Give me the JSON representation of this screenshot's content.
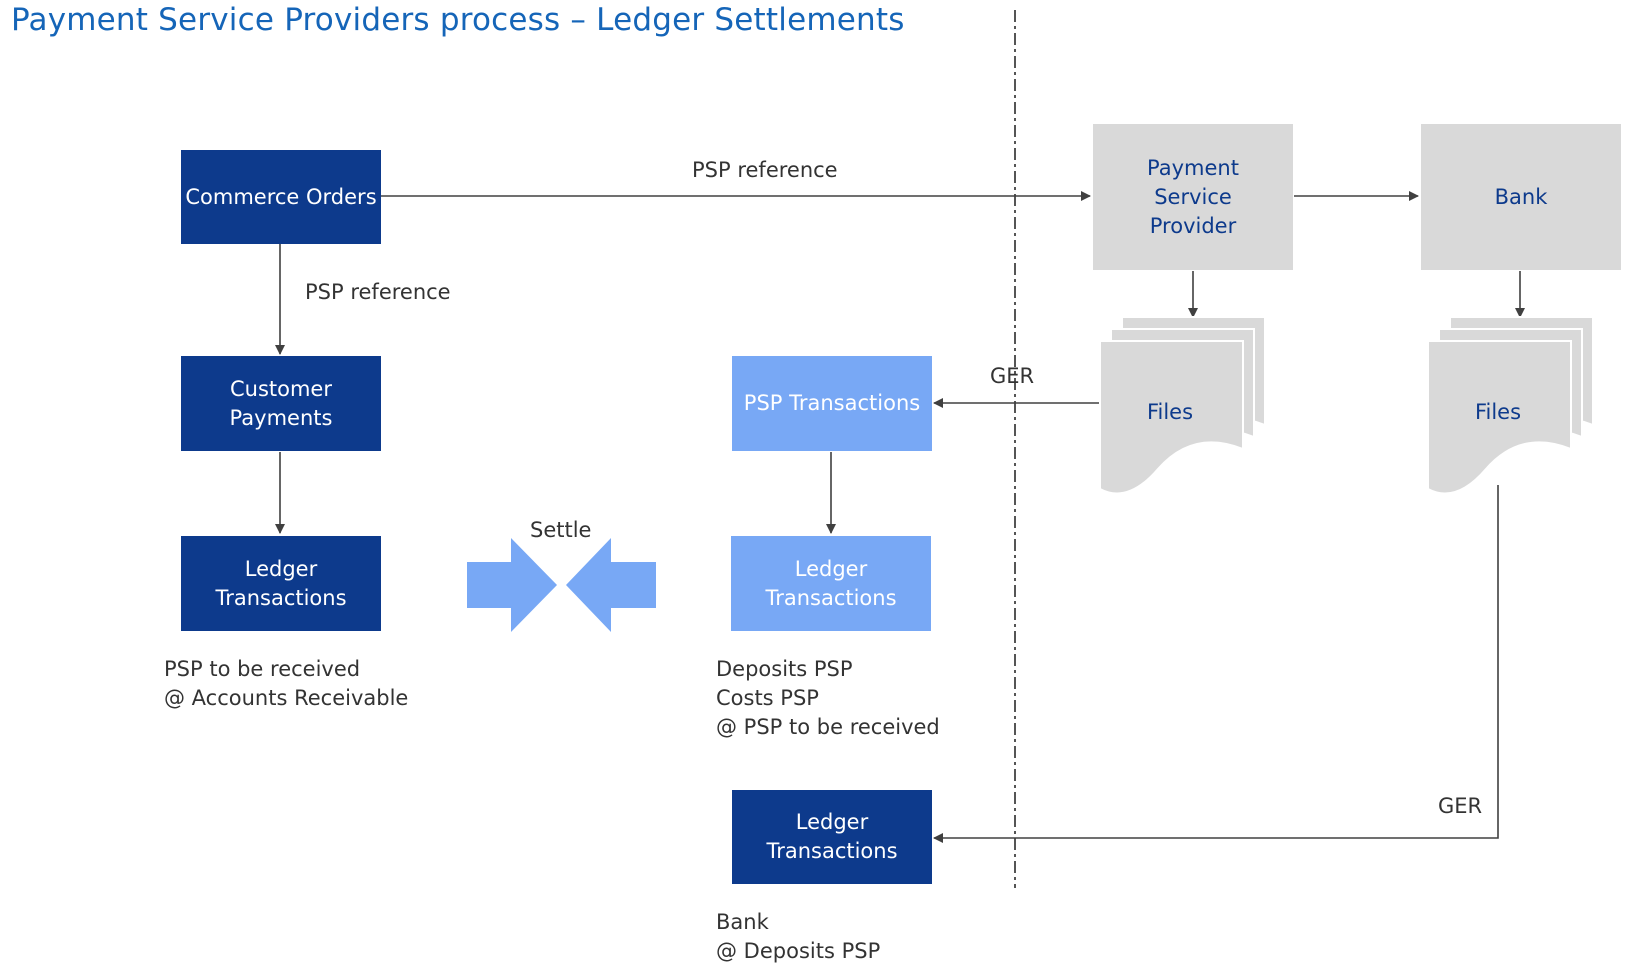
{
  "title": "Payment Service Providers process – Ledger Settlements",
  "boxes": {
    "commerce_orders": "Commerce Orders",
    "customer_payments": "Customer Payments",
    "ledger_ar": "Ledger Transactions",
    "psp_transactions": "PSP Transactions",
    "ledger_psp": "Ledger Transactions",
    "ledger_bank": "Ledger Transactions",
    "payment_service_provider": "Payment Service Provider",
    "bank": "Bank",
    "files_psp": "Files",
    "files_bank": "Files"
  },
  "labels": {
    "psp_reference_top": "PSP reference",
    "psp_reference_left": "PSP reference",
    "ger_top": "GER",
    "ger_bottom": "GER",
    "settle": "Settle"
  },
  "notes": {
    "ar_line1": "PSP to be received",
    "ar_line2": "@ Accounts Receivable",
    "psp_line1": "Deposits PSP",
    "psp_line2": "Costs PSP",
    "psp_line3": "@ PSP to be received",
    "bank_line1": "Bank",
    "bank_line2": "@ Deposits PSP"
  },
  "colors": {
    "title": "#1565b8",
    "dark_box": "#0d3a8c",
    "light_box": "#78a8f5",
    "gray_box": "#d9d9d9",
    "connector": "#404040"
  }
}
